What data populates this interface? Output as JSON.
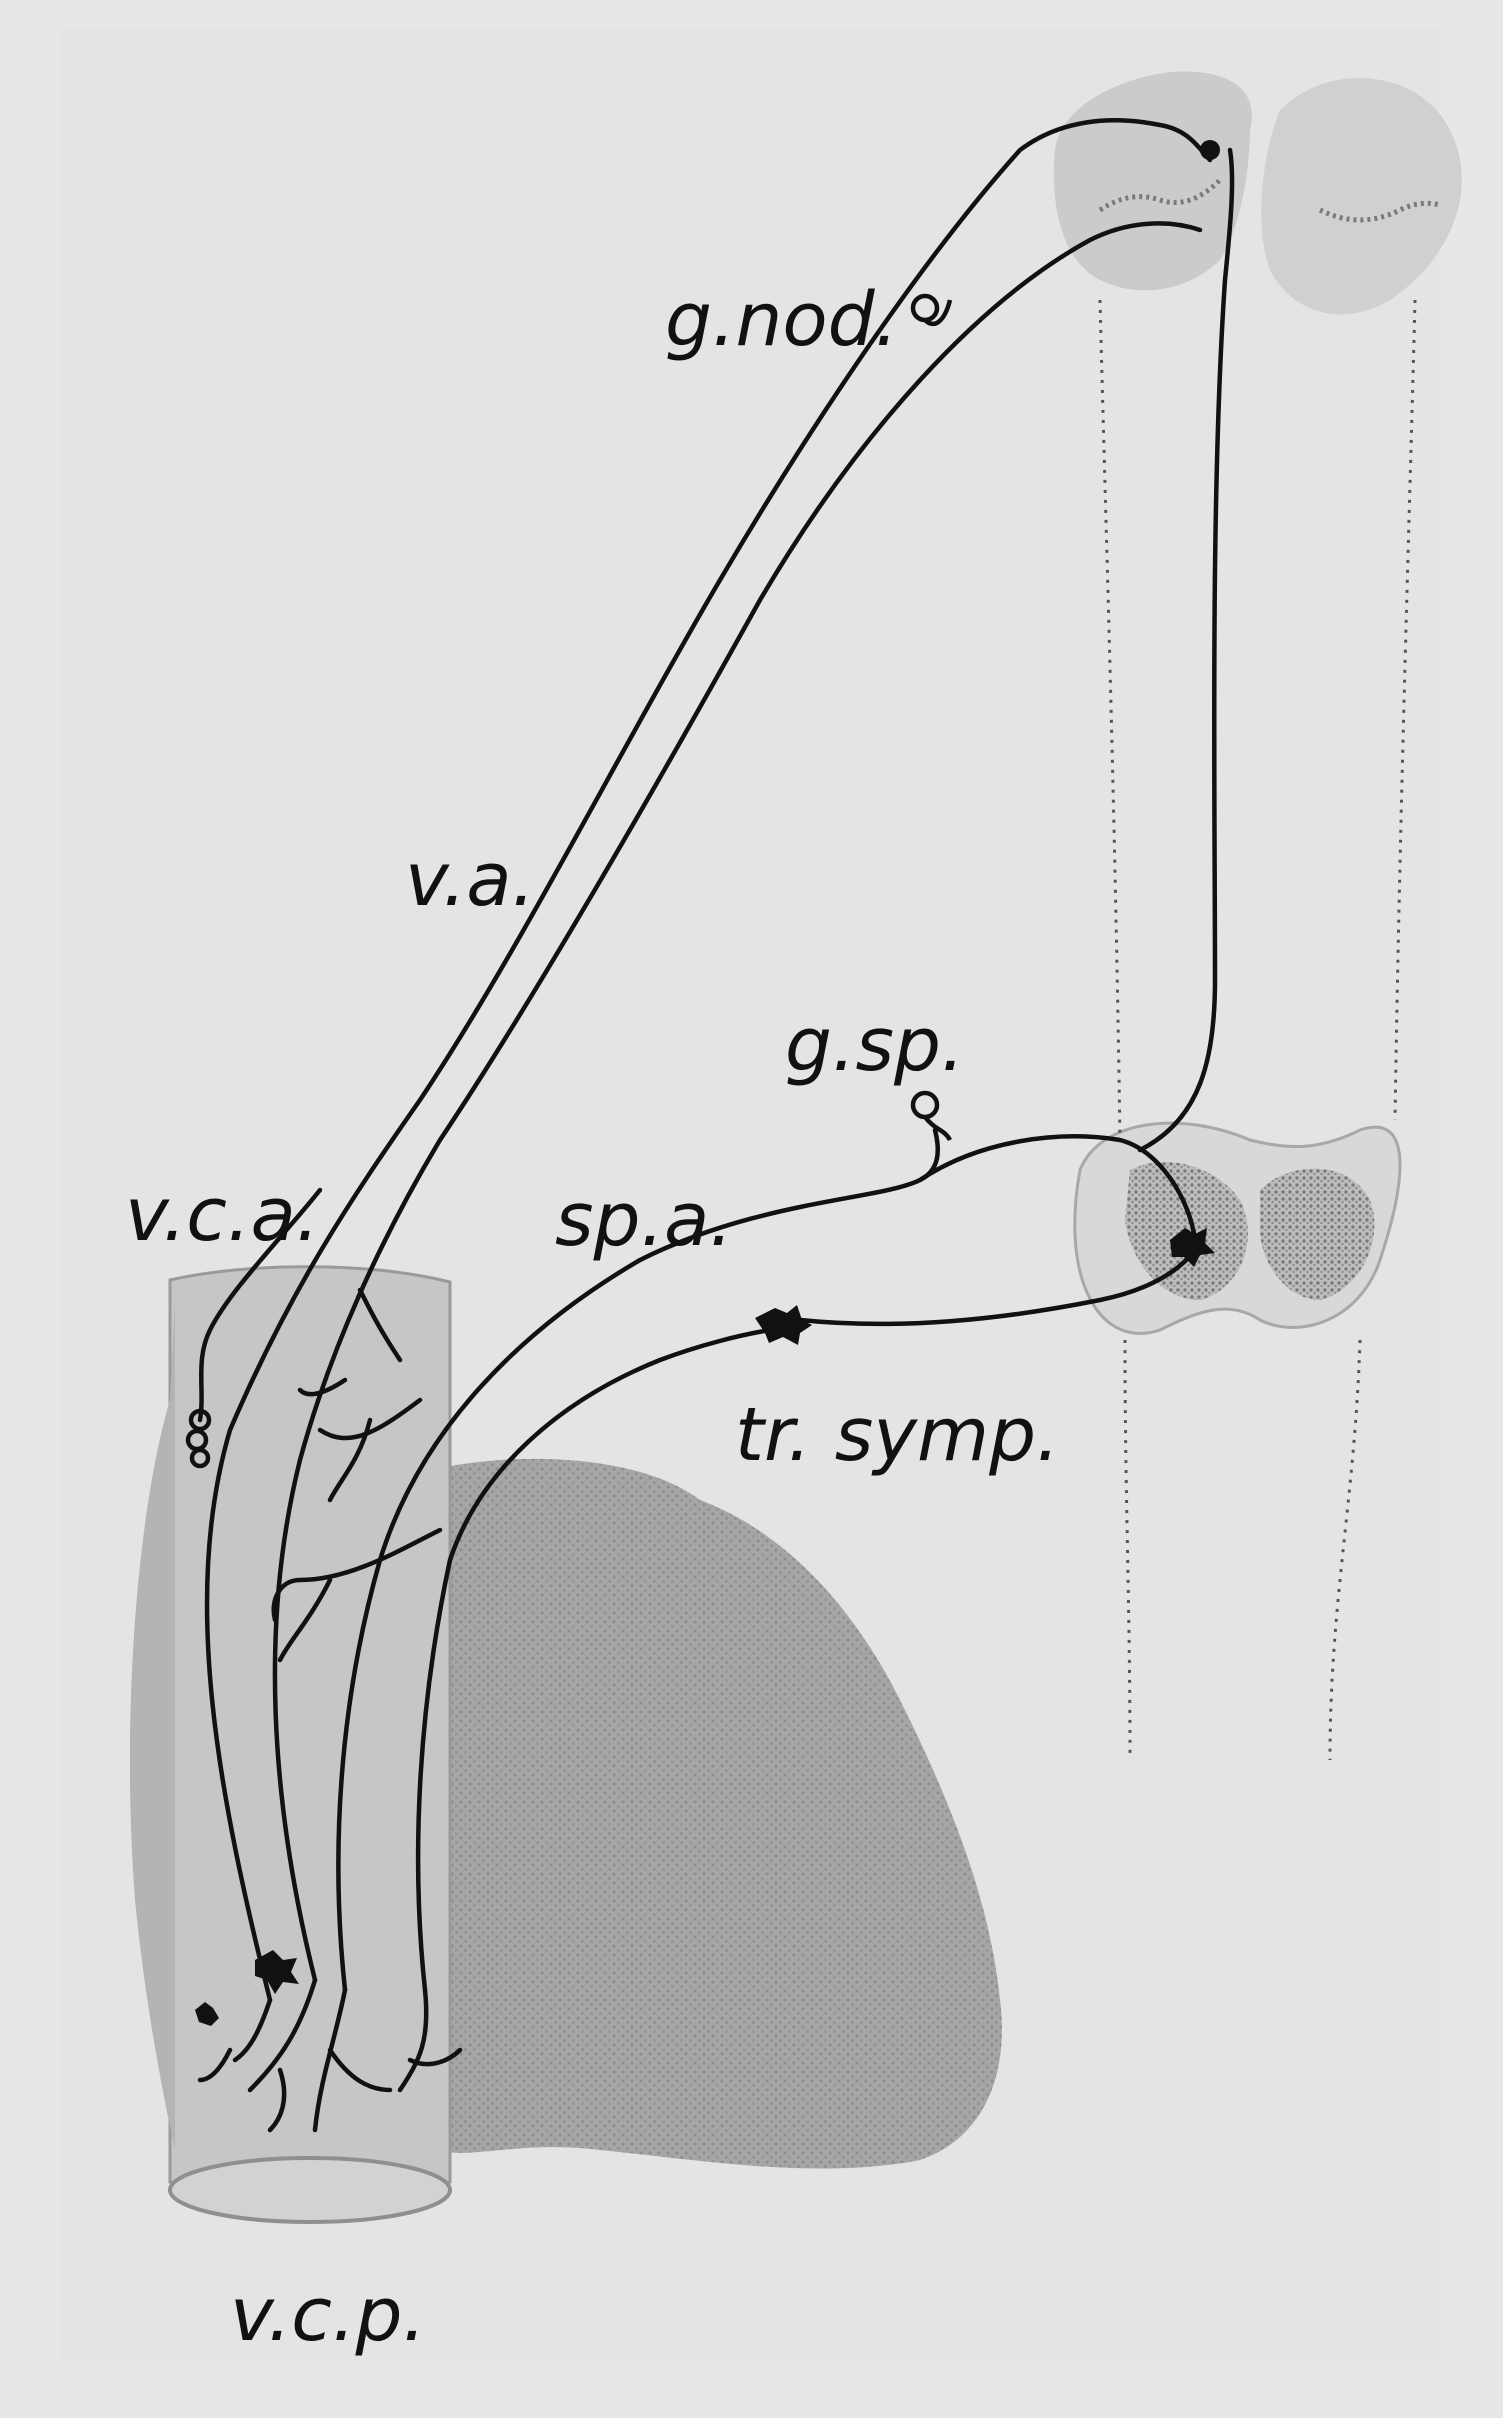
{
  "labels": {
    "g_nod": "g.nod.",
    "v_a": "v.a.",
    "g_sp": "g.sp.",
    "v_c_a": "v.c.a.",
    "sp_a": "sp.a.",
    "tr_symp": "tr. symp.",
    "v_c_p": "v.c.p."
  },
  "colors": {
    "paper": "#e7e7e7",
    "ink": "#111111",
    "tissue_dark": "#a9a9a9",
    "tissue_light": "#c9c9c9",
    "section_fill": "#d6d6d6"
  }
}
